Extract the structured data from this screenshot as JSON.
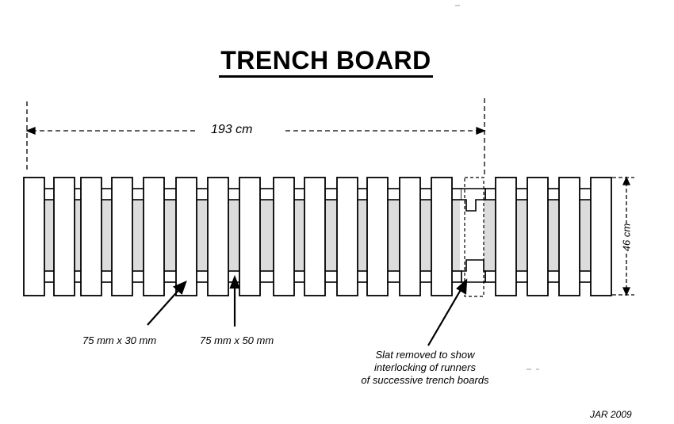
{
  "title": "TRENCH BOARD",
  "dimensions": {
    "length": "193 cm",
    "width": "46 cm"
  },
  "labels": {
    "slat_size": "75 mm x 30 mm",
    "runner_size": "75 mm x 50 mm",
    "note_line1": "Slat removed to show",
    "note_line2": "interlocking of runners",
    "note_line3": "of successive trench boards"
  },
  "credit": "JAR 2009",
  "colors": {
    "line": "#000000",
    "runner_shade": "#d8d8d8",
    "background": "#ffffff"
  }
}
